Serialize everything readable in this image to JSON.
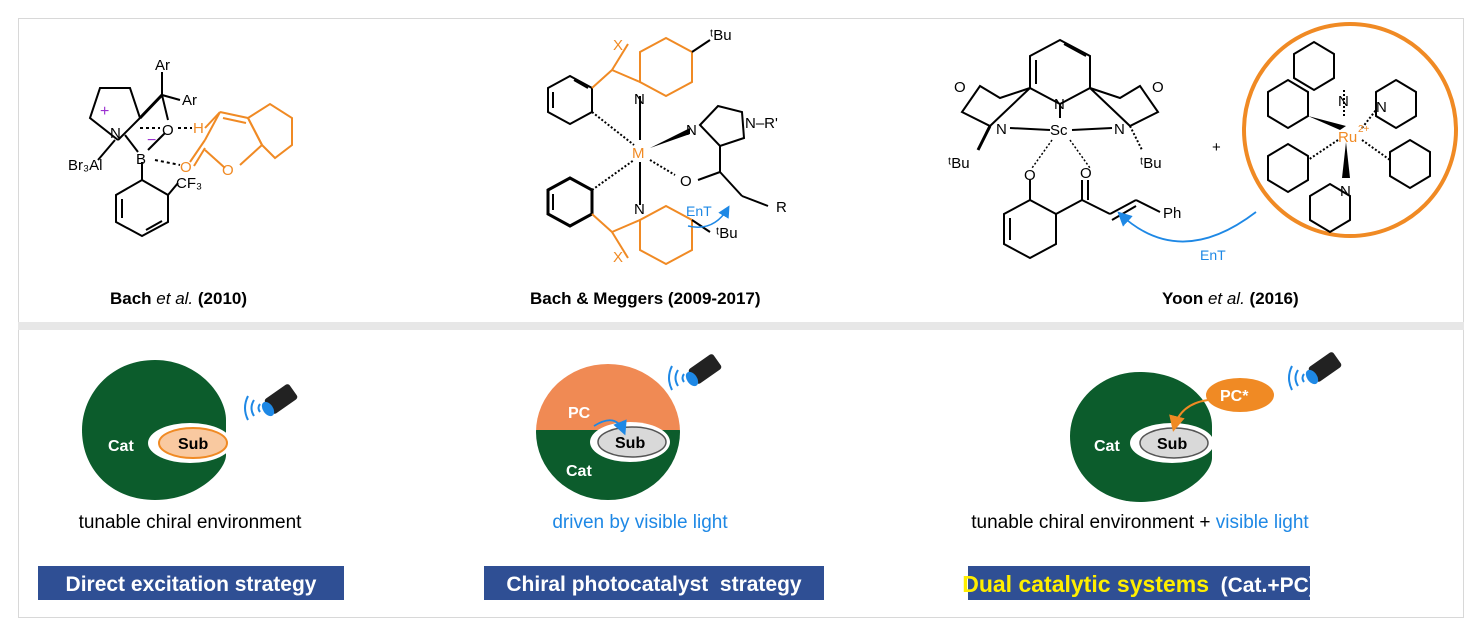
{
  "colors": {
    "orange": "#f08a24",
    "blue": "#1e88e5",
    "green": "#0c5c2c",
    "banner": "#2f4f94",
    "yellow": "#ffee00",
    "sub_fill": "#f9c9a0",
    "sub_gray": "#d9d9d9"
  },
  "top": {
    "bach": {
      "caption_a": "Bach ",
      "caption_b": "et al.",
      "caption_c": " (2010)",
      "atoms": {
        "ar1": "Ar",
        "ar2": "Ar",
        "n": "N",
        "b": "B",
        "o": "O",
        "h": "H",
        "o2": "O",
        "o3": "O",
        "al": "Br₃Al",
        "cf3": "CF₃",
        "plus": "+",
        "minus": "−"
      }
    },
    "meggers": {
      "caption": "Bach & Meggers (2009-2017)",
      "atoms": {
        "x1": "X",
        "x2": "X",
        "n1": "N",
        "n2": "N",
        "n3": "N",
        "n4": "N",
        "m": "M",
        "o": "O",
        "rp": "N–R'",
        "r": "R",
        "tbu1": "ᵗBu",
        "tbu2": "ᵗBu",
        "ent": "EnT"
      }
    },
    "yoon": {
      "caption_a": "Yoon ",
      "caption_b": "et al.",
      "caption_c": " (2016)",
      "plus": "+",
      "atoms": {
        "n": "N",
        "n2": "N",
        "n3": "N",
        "sc": "Sc",
        "o1": "O",
        "o2": "O",
        "o3": "O",
        "o4": "O",
        "tbu1": "ᵗBu",
        "tbu2": "ᵗBu",
        "ph": "Ph",
        "ent": "EnT",
        "ru": "Ru",
        "ru_charge": "2+",
        "rn1": "N",
        "rn2": "N",
        "rn3": "N"
      }
    }
  },
  "bottom": {
    "panel1": {
      "cat": "Cat",
      "sub": "Sub",
      "desc": "tunable chiral environment",
      "banner": "Direct excitation strategy"
    },
    "panel2": {
      "pc": "PC",
      "cat": "Cat",
      "sub": "Sub",
      "desc": "driven by visible light",
      "banner": "Chiral photocatalyst  strategy"
    },
    "panel3": {
      "cat": "Cat",
      "sub": "Sub",
      "pc": "PC*",
      "desc_a": "tunable chiral environment + ",
      "desc_b": "visible light",
      "banner_a": "Dual catalytic systems",
      "banner_b": "  (Cat.+PC)"
    }
  }
}
